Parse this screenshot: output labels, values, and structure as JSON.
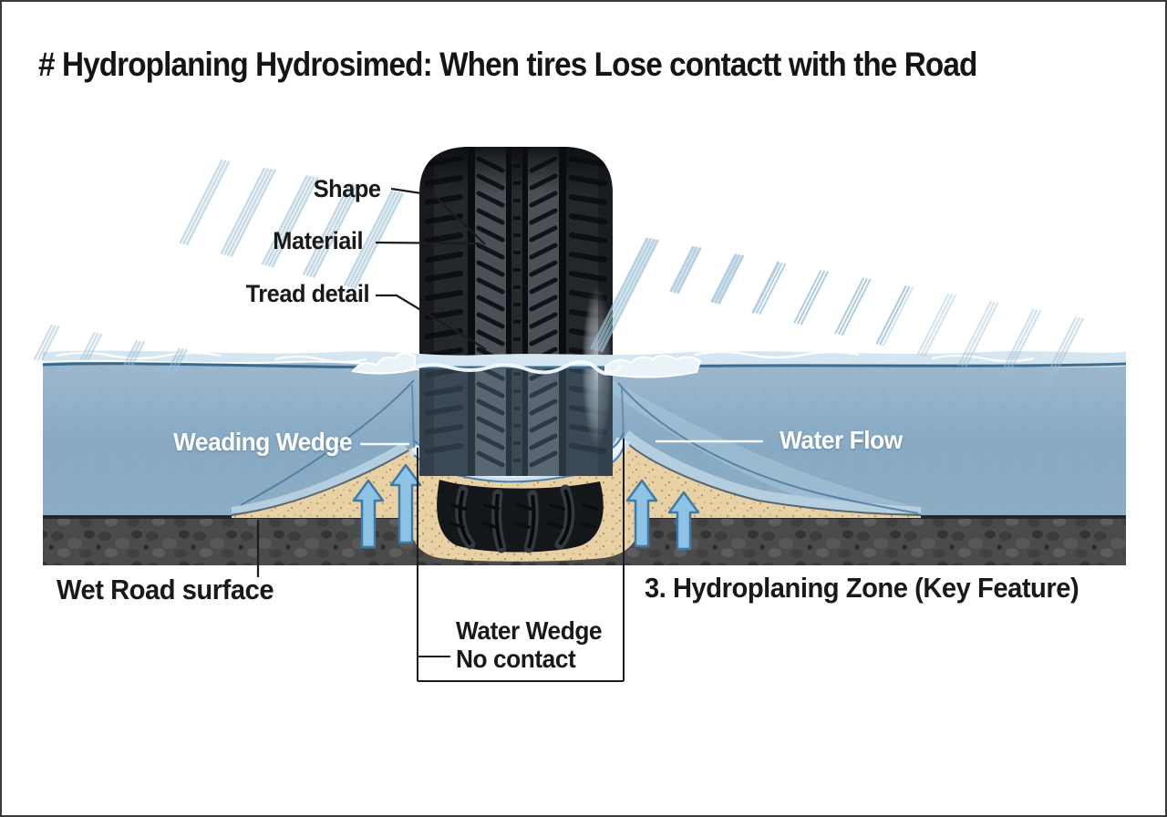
{
  "title": "# Hydroplaning Hydrosimed: When tires Lose contactt with the Road",
  "diagram": {
    "tire_callouts": {
      "shape": "Shape",
      "material": "Materiail",
      "tread_detail": "Tread detail"
    },
    "water_callouts": {
      "leading_wedge": "Weading Wedge",
      "water_flow": "Water Flow"
    },
    "bottom_callouts": {
      "wet_road": "Wet Road surface",
      "zone": "3. Hydroplaning Zone (Key Feature)",
      "water_wedge_line1": "Water Wedge",
      "water_wedge_line2": "No contact"
    },
    "colors": {
      "water_body": "#8aacc6",
      "water_surface_band": "#d6e6f0",
      "water_line": "#2e6187",
      "rain": "#9cc0d6",
      "sand_wedge": "#e7d1a5",
      "road": "#4b4b4b",
      "tire": "#23272b",
      "uplift_arrow": "#8fc3e6",
      "arrow_outline": "#3e7aa6"
    }
  }
}
